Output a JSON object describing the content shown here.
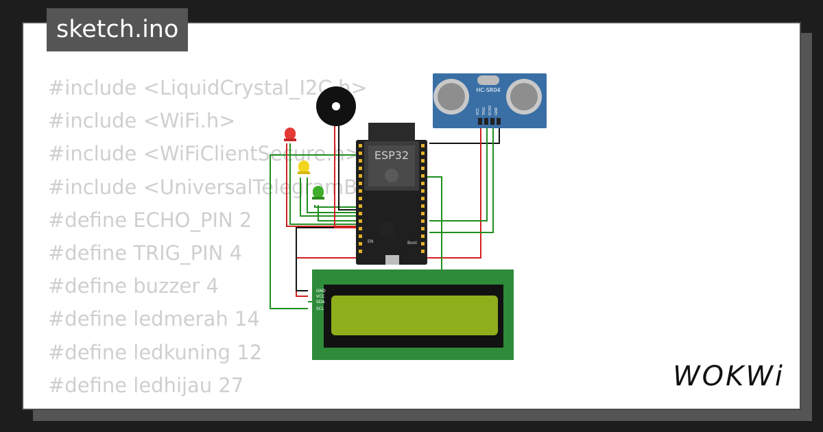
{
  "file_tab": {
    "name": "sketch.ino"
  },
  "code_lines": [
    "#include <LiquidCrystal_I2C.h>",
    "#include <WiFi.h>",
    "#include <WiFiClientSecure.h>",
    "#include <UniversalTelegramBot.h>",
    "#define ECHO_PIN 2",
    "#define TRIG_PIN 4",
    "#define buzzer 4",
    "#define ledmerah 14",
    "#define ledkuning 12",
    "#define ledhijau 27"
  ],
  "esp32": {
    "label": "ESP32",
    "boot_label": "Boot",
    "en_label": "EN"
  },
  "sensor": {
    "label": "HC-SR04",
    "pins": [
      "VCC",
      "TRIG",
      "ECHO",
      "GND"
    ]
  },
  "lcd": {
    "pins": [
      "GND",
      "VCC",
      "SDA",
      "SCL"
    ]
  },
  "leds": [
    {
      "name": "red",
      "color": "#e53935"
    },
    {
      "name": "yellow",
      "color": "#f2d61f"
    },
    {
      "name": "green",
      "color": "#3fae2a"
    }
  ],
  "wire_colors": {
    "green": "#1e8e1e",
    "red": "#d21f1f",
    "black": "#111111"
  },
  "brand": {
    "logo": "WOKWi"
  }
}
